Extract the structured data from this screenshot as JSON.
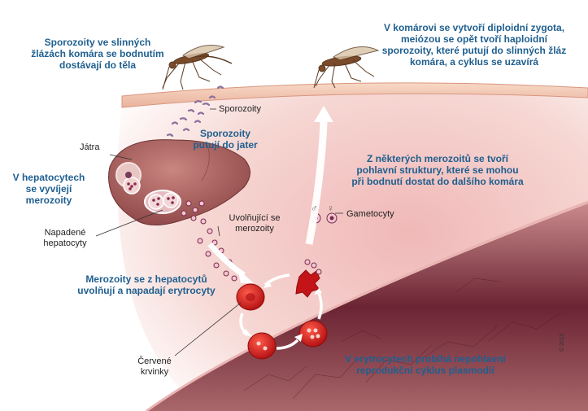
{
  "captions": {
    "sporozoites_entry": "Sporozoity ve slinných\nžlázách komára se bodnutím\ndostávají do těla",
    "zygote": "V komárovi se vytvoří diploidní zygota,\nmeiózou se opět tvoří haploidní\nsporozoity, které putují do slinných žláz\nkomára, a cyklus se uzavírá",
    "to_liver": "Sporozoity\nputují do jater",
    "hepatocytes": "V hepatocytech\nse vyvíjejí\nmerozoity",
    "gametes": "Z některých merozoitů se tvoří\npohlavní struktury, které se mohou\npři bodnutí dostat do dalšího komára",
    "merozoites_release": "Merozoity se z hepatocytů\nuvolňují a napadají erytrocyty",
    "asexual": "V erytrocytech probíhá nepohlavní\nreprodukční cyklus plasmodií"
  },
  "labels": {
    "sporozoites": "Sporozoity",
    "liver": "Játra",
    "infected_hepatocytes": "Napadené\nhepatocyty",
    "releasing_merozoites": "Uvolňující se\nmerozoity",
    "gametocytes": "Gametocyty",
    "red_cells": "Červené\nkrvinky",
    "male_symbol": "♂",
    "female_symbol": "♀"
  },
  "credit": {
    "copyright": "© 2015"
  },
  "colors": {
    "caption_text": "#1f5f8f",
    "skin": "#f3cbb8",
    "liver": "#a85a5a",
    "vessel": "#7a2d3a",
    "erythrocyte": "#d11a1a",
    "arrow": "#ffffff"
  }
}
